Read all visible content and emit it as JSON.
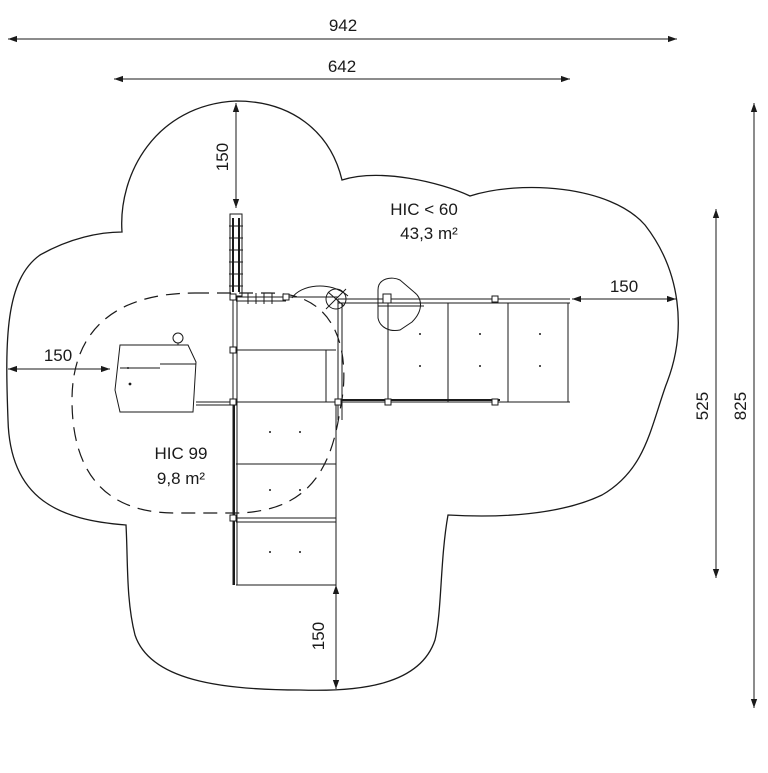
{
  "dimensions": {
    "overall_width": "942",
    "structure_width": "642",
    "overall_depth": "825",
    "structure_depth": "525",
    "clearance_top": "150",
    "clearance_left": "150",
    "clearance_right": "150",
    "clearance_bottom": "150"
  },
  "zones": {
    "large": {
      "hic": "HIC < 60",
      "area": "43,3 m²"
    },
    "small": {
      "hic": "HIC 99",
      "area": "9,8 m²"
    }
  }
}
